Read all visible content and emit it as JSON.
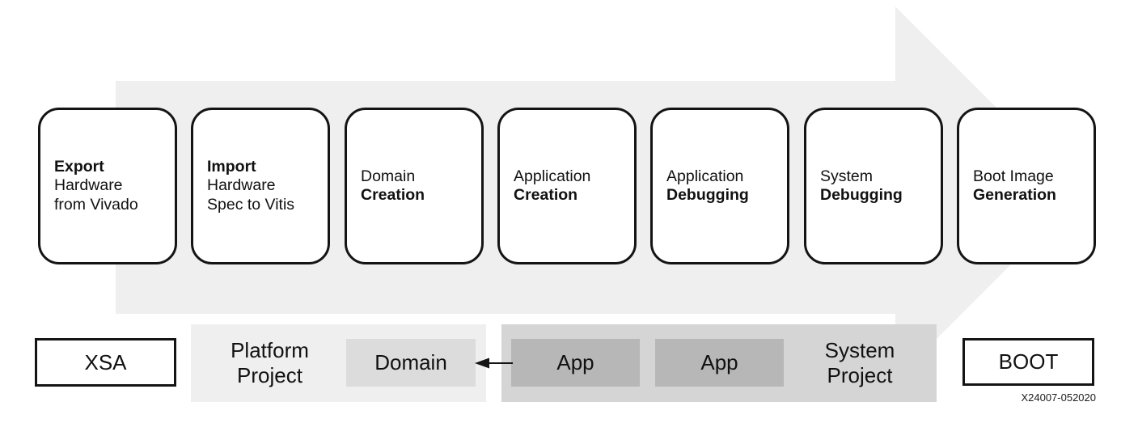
{
  "figure_id": "X24007-052020",
  "flow_steps": [
    {
      "lines": [
        "Export",
        "Hardware",
        "from Vivado"
      ]
    },
    {
      "lines": [
        "Import",
        "Hardware",
        "Spec to Vitis"
      ]
    },
    {
      "lines": [
        "Domain",
        "Creation"
      ]
    },
    {
      "lines": [
        "Application",
        "Creation"
      ]
    },
    {
      "lines": [
        "Application",
        "Debugging"
      ]
    },
    {
      "lines": [
        "System",
        "Debugging"
      ]
    },
    {
      "lines": [
        "Boot Image",
        "Generation"
      ]
    }
  ],
  "pipeline_row": {
    "xsa": "XSA",
    "platform_project": "Platform Project",
    "domain": "Domain",
    "apps": [
      "App",
      "App"
    ],
    "system_project": "System Project",
    "boot": "BOOT"
  },
  "colors": {
    "flow_arrow": "#efefef",
    "platform_container": "#efefef",
    "domain_box": "#dcdcdc",
    "system_container": "#d5d5d5",
    "app_box": "#b7b7b7",
    "border": "#141414",
    "background": "#ffffff"
  }
}
